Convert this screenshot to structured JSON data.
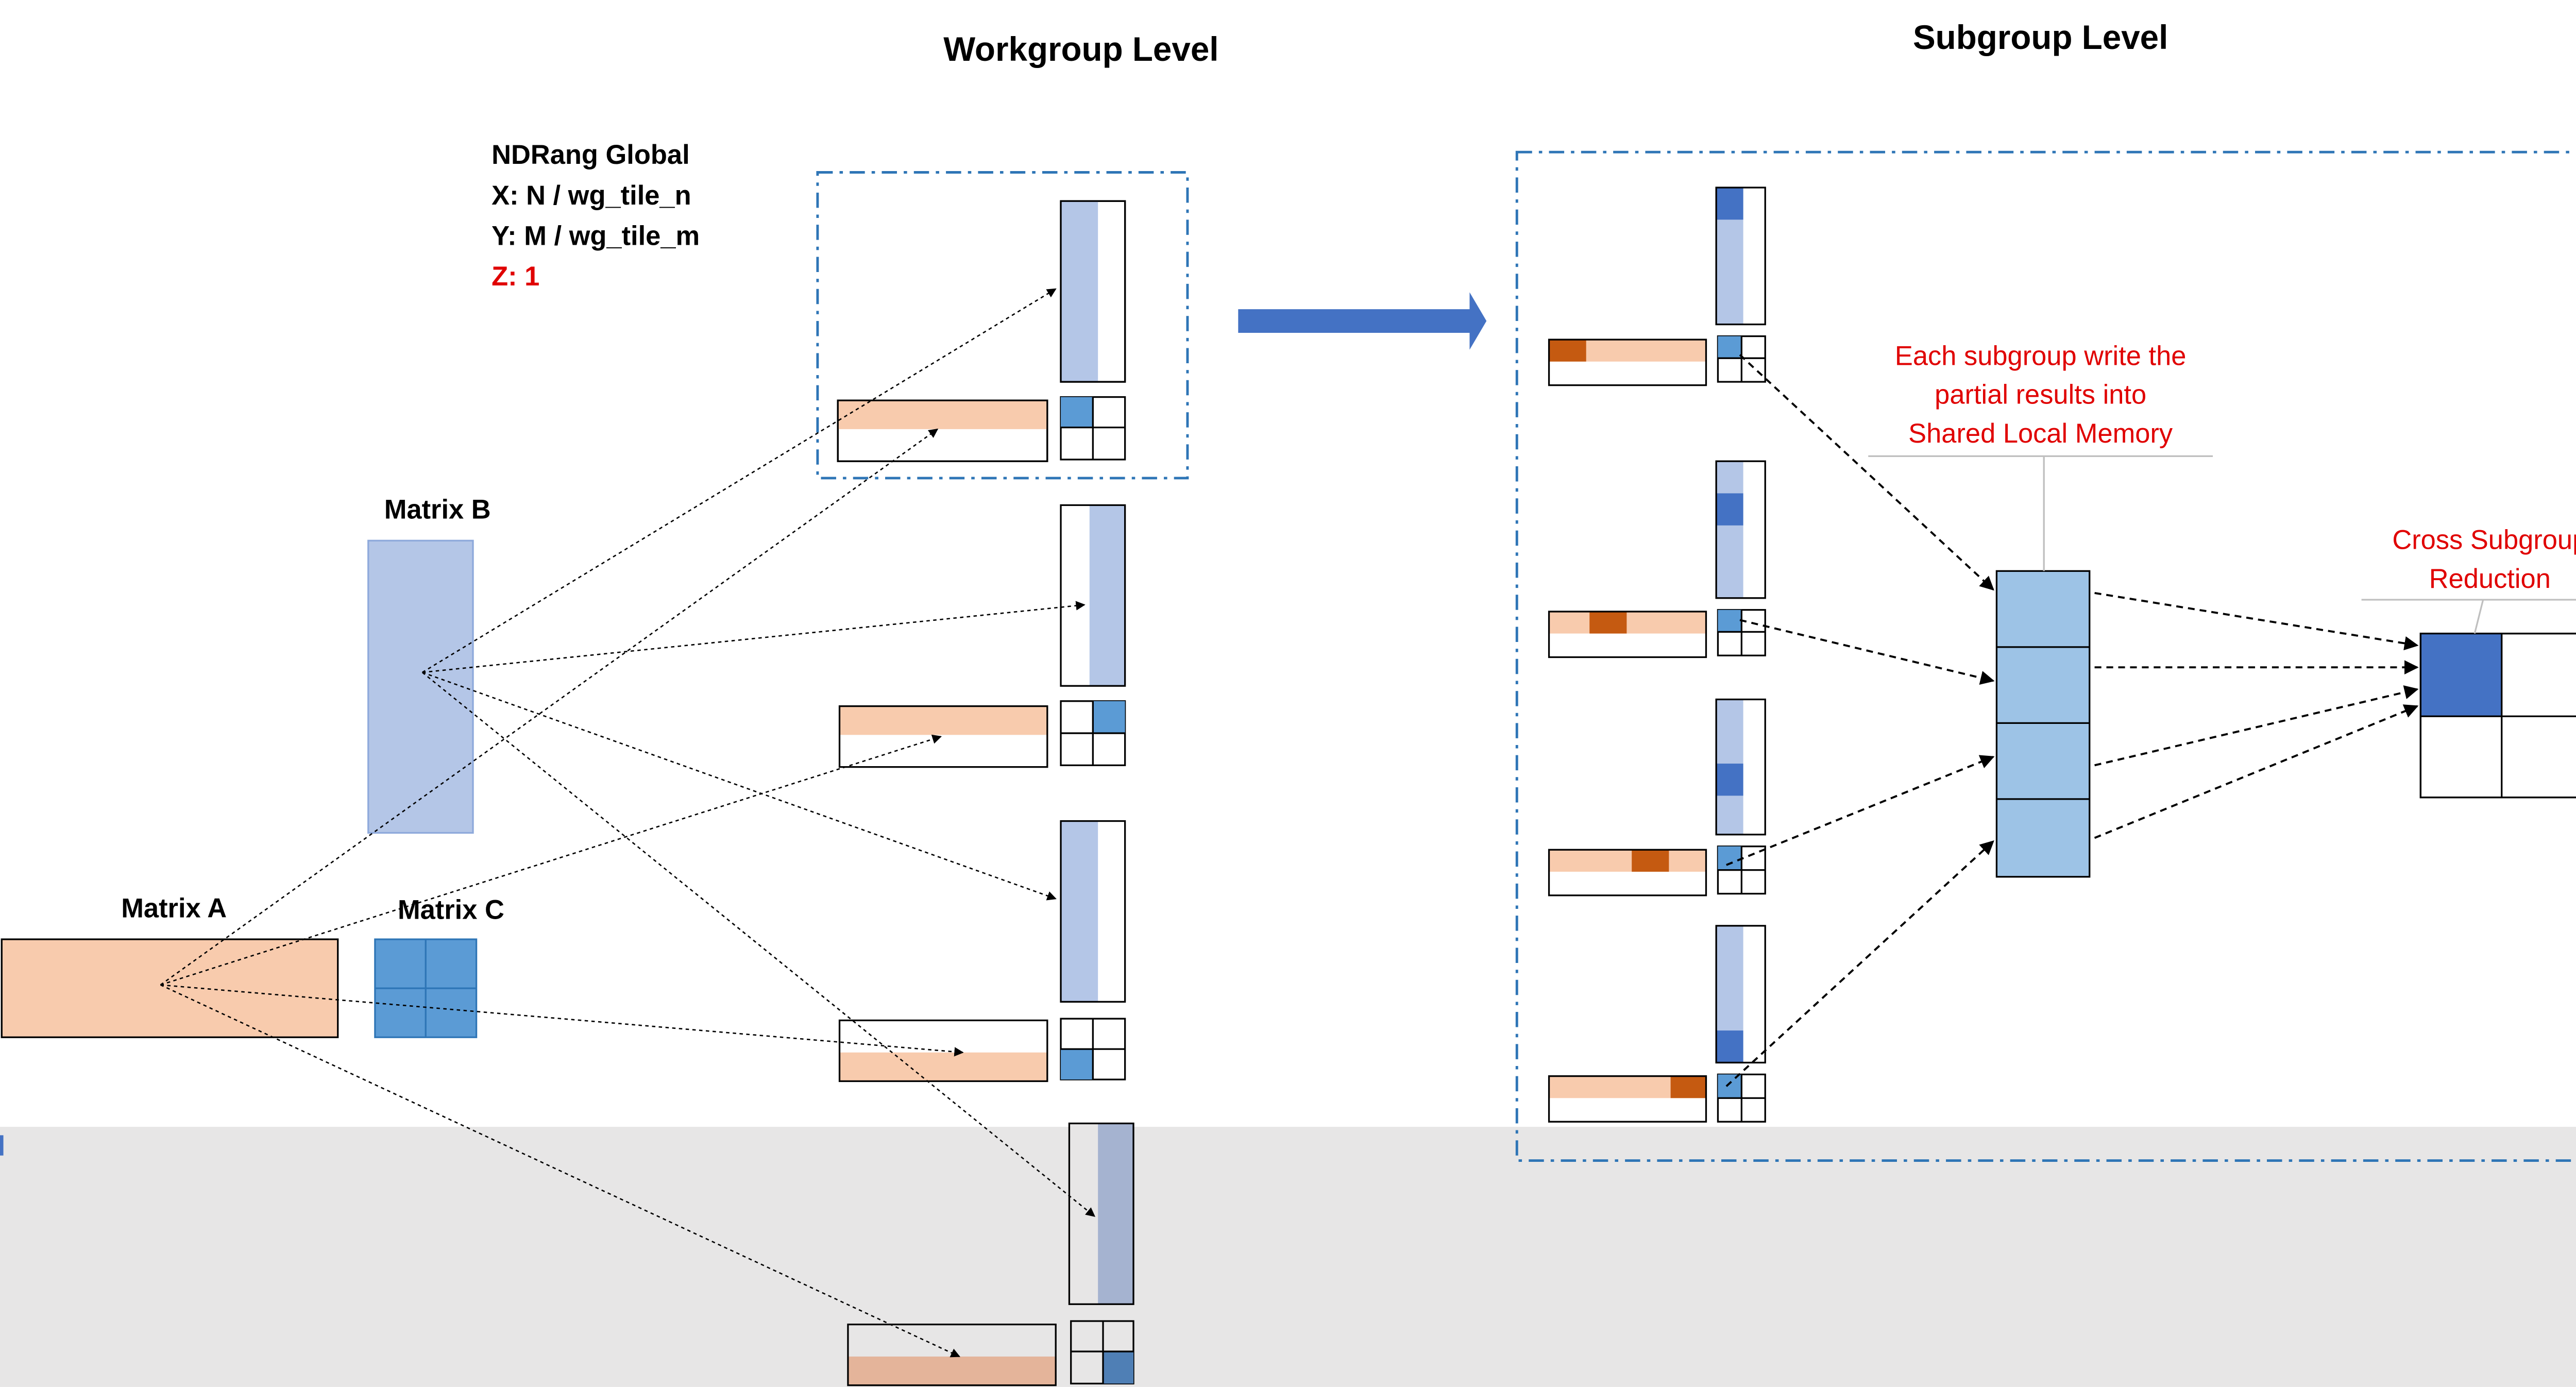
{
  "titles": {
    "workgroup": "Workgroup Level",
    "subgroup": "Subgroup Level"
  },
  "ndrange": {
    "line1": "NDRang Global",
    "line2": "X:  N / wg_tile_n",
    "line3": "Y: M / wg_tile_m",
    "line4": "Z: 1"
  },
  "matrices": {
    "a": "Matrix A",
    "b": "Matrix B",
    "c": "Matrix C"
  },
  "annotations": {
    "slm_line1": "Each subgroup write the",
    "slm_line2": "partial results into",
    "slm_line3": "Shared Local Memory",
    "reduce_line1": "Cross Subgroup",
    "reduce_line2": "Reduction"
  },
  "colors": {
    "orange_light": "#F8CBAD",
    "orange_dark": "#C55A11",
    "blue_light": "#B4C6E7",
    "blue_mid": "#5B9BD5",
    "blue_dark": "#4472C4",
    "blue_slm": "#9DC3E6",
    "red_text": "#E00000",
    "frame": "#2E75B6",
    "gray_band": "#E7E6E6"
  }
}
